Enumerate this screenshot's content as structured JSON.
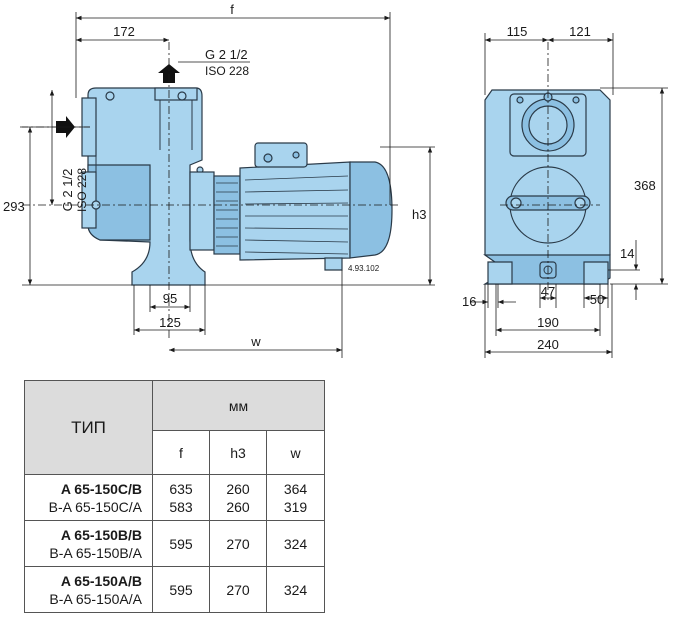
{
  "side_view": {
    "dim_f": "f",
    "dim_172": "172",
    "outlet_label_1": "G 2 1/2",
    "outlet_label_2": "ISO 228",
    "inlet_label_1": "G 2 1/2",
    "inlet_label_2": "ISO 228",
    "dim_293": "293",
    "dim_h3": "h3",
    "dim_95": "95",
    "dim_125": "125",
    "dim_w": "w",
    "drawing_code": "4.93.102"
  },
  "front_view": {
    "dim_115": "115",
    "dim_121": "121",
    "dim_368": "368",
    "dim_14": "14",
    "dim_16": "16",
    "dim_47": "47",
    "dim_50": "50",
    "dim_190": "190",
    "dim_240": "240"
  },
  "table": {
    "type_header": "ТИП",
    "unit_header": "мм",
    "columns": [
      "f",
      "h3",
      "w"
    ],
    "rows": [
      {
        "models": [
          "A 65-150C/B",
          "B-A 65-150C/A"
        ],
        "f": [
          "635",
          "583"
        ],
        "h3": [
          "260",
          "260"
        ],
        "w": [
          "364",
          "319"
        ]
      },
      {
        "models": [
          "A 65-150B/B",
          "B-A 65-150B/A"
        ],
        "f": [
          "595"
        ],
        "h3": [
          "270"
        ],
        "w": [
          "324"
        ]
      },
      {
        "models": [
          "A 65-150A/B",
          "B-A 65-150A/A"
        ],
        "f": [
          "595"
        ],
        "h3": [
          "270"
        ],
        "w": [
          "324"
        ]
      }
    ]
  },
  "colors": {
    "pump_body": "#a9d4ee",
    "table_header": "#dcdcdc"
  }
}
